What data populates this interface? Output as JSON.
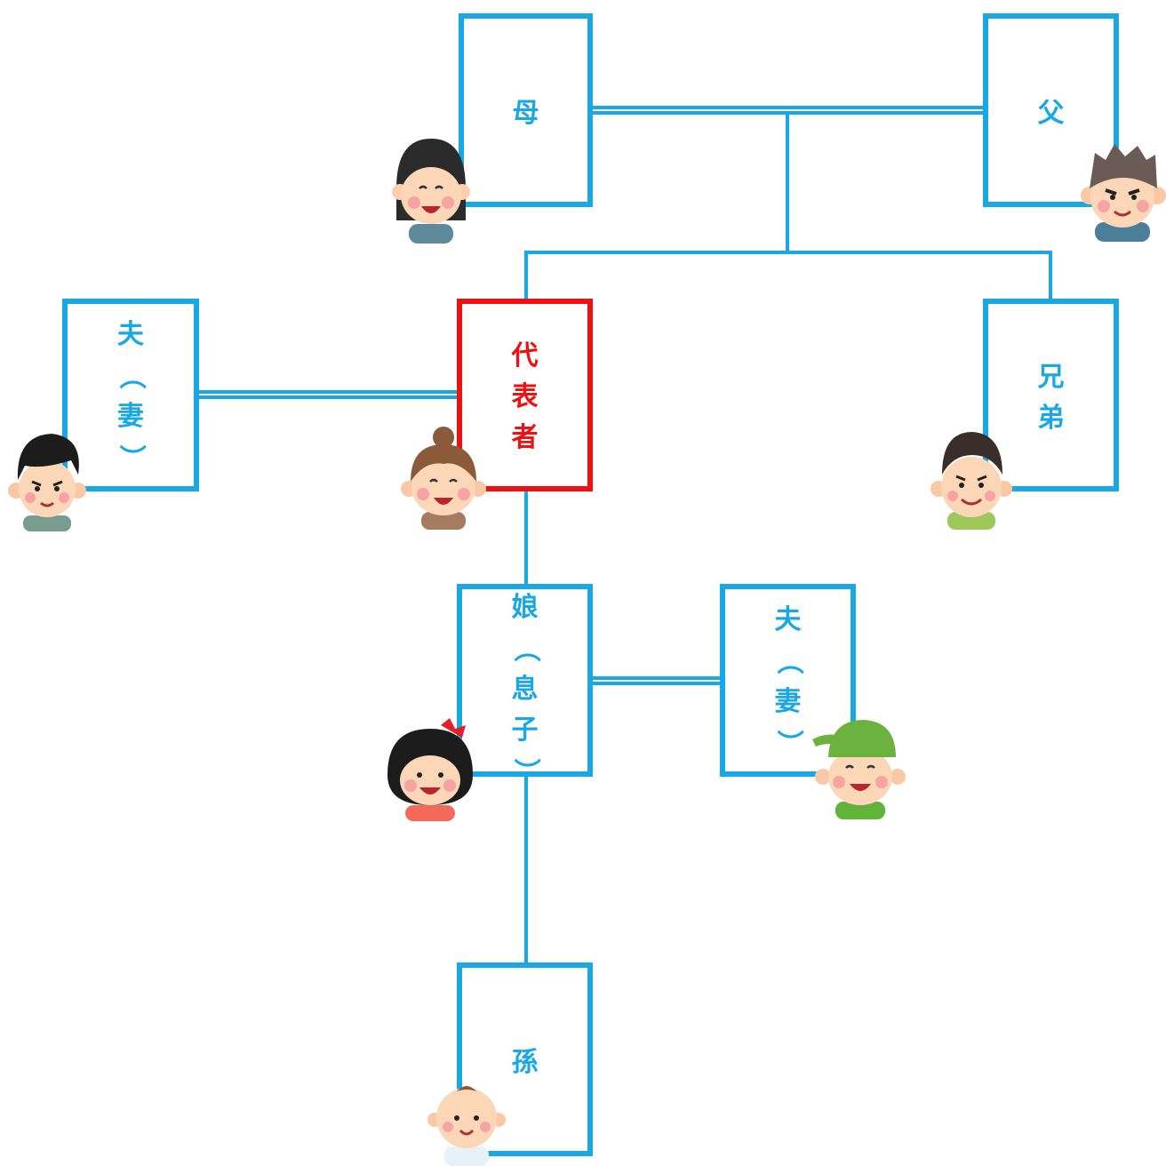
{
  "colors": {
    "line": "#1aa8e4",
    "highlight": "#ee1111"
  },
  "persons": {
    "mother": {
      "label": "母"
    },
    "father": {
      "label": "父"
    },
    "spouse": {
      "label": "夫（妻）"
    },
    "representative": {
      "label": "代表者"
    },
    "sibling": {
      "label": "兄弟"
    },
    "child": {
      "label": "娘（息子）"
    },
    "child_spouse": {
      "label": "夫（妻）"
    },
    "grandchild": {
      "label": "孫"
    }
  }
}
